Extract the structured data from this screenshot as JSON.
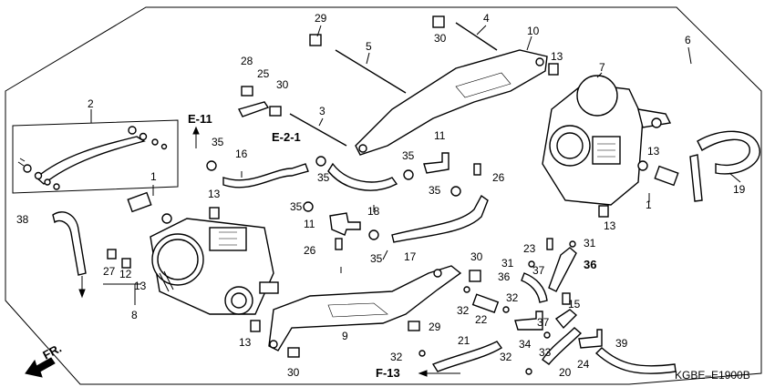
{
  "callouts": [
    {
      "id": "c1a",
      "text": "1"
    },
    {
      "id": "c1b",
      "text": "1"
    },
    {
      "id": "c2",
      "text": "2"
    },
    {
      "id": "c3",
      "text": "3"
    },
    {
      "id": "c4",
      "text": "4"
    },
    {
      "id": "c5",
      "text": "5"
    },
    {
      "id": "c6",
      "text": "6"
    },
    {
      "id": "c7",
      "text": "7"
    },
    {
      "id": "c8",
      "text": "8"
    },
    {
      "id": "c9",
      "text": "9"
    },
    {
      "id": "c10",
      "text": "10"
    },
    {
      "id": "c11a",
      "text": "11"
    },
    {
      "id": "c11b",
      "text": "11"
    },
    {
      "id": "c12",
      "text": "12"
    },
    {
      "id": "c13a",
      "text": "13"
    },
    {
      "id": "c13b",
      "text": "13"
    },
    {
      "id": "c13c",
      "text": "13"
    },
    {
      "id": "c13d",
      "text": "13"
    },
    {
      "id": "c13e",
      "text": "13"
    },
    {
      "id": "c13f",
      "text": "13"
    },
    {
      "id": "c15",
      "text": "15"
    },
    {
      "id": "c16",
      "text": "16"
    },
    {
      "id": "c17",
      "text": "17"
    },
    {
      "id": "c18",
      "text": "18"
    },
    {
      "id": "c19",
      "text": "19"
    },
    {
      "id": "c20",
      "text": "20"
    },
    {
      "id": "c21",
      "text": "21"
    },
    {
      "id": "c22",
      "text": "22"
    },
    {
      "id": "c23",
      "text": "23"
    },
    {
      "id": "c24",
      "text": "24"
    },
    {
      "id": "c25",
      "text": "25"
    },
    {
      "id": "c26a",
      "text": "26"
    },
    {
      "id": "c26b",
      "text": "26"
    },
    {
      "id": "c27",
      "text": "27"
    },
    {
      "id": "c28",
      "text": "28"
    },
    {
      "id": "c29a",
      "text": "29"
    },
    {
      "id": "c29b",
      "text": "29"
    },
    {
      "id": "c30a",
      "text": "30"
    },
    {
      "id": "c30b",
      "text": "30"
    },
    {
      "id": "c30c",
      "text": "30"
    },
    {
      "id": "c30d",
      "text": "30"
    },
    {
      "id": "c31a",
      "text": "31"
    },
    {
      "id": "c31b",
      "text": "31"
    },
    {
      "id": "c32a",
      "text": "32"
    },
    {
      "id": "c32b",
      "text": "32"
    },
    {
      "id": "c32c",
      "text": "32"
    },
    {
      "id": "c32d",
      "text": "32"
    },
    {
      "id": "c33",
      "text": "33"
    },
    {
      "id": "c34",
      "text": "34"
    },
    {
      "id": "c35a",
      "text": "35"
    },
    {
      "id": "c35b",
      "text": "35"
    },
    {
      "id": "c35c",
      "text": "35"
    },
    {
      "id": "c35d",
      "text": "35"
    },
    {
      "id": "c35e",
      "text": "35"
    },
    {
      "id": "c35f",
      "text": "35"
    },
    {
      "id": "c36a",
      "text": "36"
    },
    {
      "id": "c36b",
      "text": "36"
    },
    {
      "id": "c37a",
      "text": "37"
    },
    {
      "id": "c37b",
      "text": "37"
    },
    {
      "id": "c38",
      "text": "38"
    },
    {
      "id": "c39",
      "text": "39"
    }
  ],
  "references": {
    "e11": "E-11",
    "e21": "E-2-1",
    "f13": "F-13",
    "fr": "FR."
  },
  "diagram_code": "KGBE–E1900B"
}
